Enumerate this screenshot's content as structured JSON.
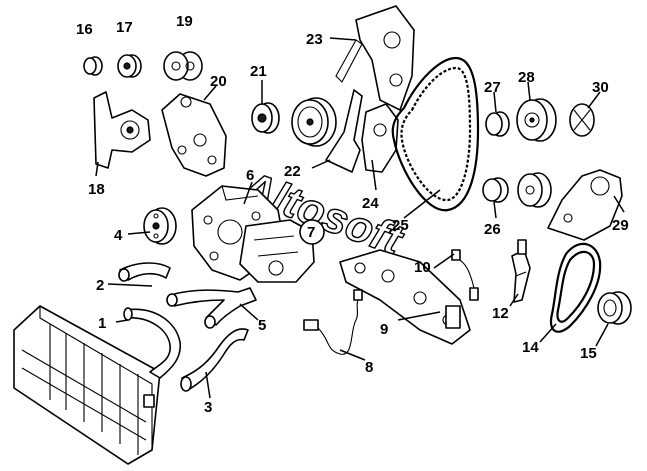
{
  "callouts": [
    {
      "label": "1"
    },
    {
      "label": "2"
    },
    {
      "label": "3"
    },
    {
      "label": "4"
    },
    {
      "label": "5"
    },
    {
      "label": "6"
    },
    {
      "label": "7"
    },
    {
      "label": "8"
    },
    {
      "label": "9"
    },
    {
      "label": "10"
    },
    {
      "label": "12"
    },
    {
      "label": "14"
    },
    {
      "label": "15"
    },
    {
      "label": "16"
    },
    {
      "label": "17"
    },
    {
      "label": "18"
    },
    {
      "label": "19"
    },
    {
      "label": "20"
    },
    {
      "label": "21"
    },
    {
      "label": "22"
    },
    {
      "label": "23"
    },
    {
      "label": "24"
    },
    {
      "label": "25"
    },
    {
      "label": "26"
    },
    {
      "label": "27"
    },
    {
      "label": "28"
    },
    {
      "label": "29"
    },
    {
      "label": "30"
    }
  ],
  "watermark": {
    "text": "Altosoft"
  },
  "colors": {
    "line": "#000000",
    "background": "#ffffff"
  }
}
